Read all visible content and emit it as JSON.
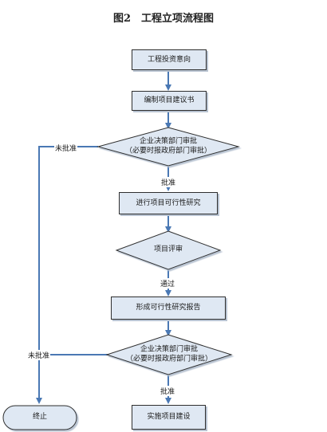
{
  "title": "图2　工程立项流程图",
  "nodes": {
    "step1": "工程投资意向",
    "step2": "编制项目建议书",
    "decision1": {
      "line1": "企业决策部门审批",
      "line2": "（必要时报政府部门审批）"
    },
    "step3": "进行项目可行性研究",
    "decision2": "项目评审",
    "step4": "形成可行性研究报告",
    "decision3": {
      "line1": "企业决策部门审批",
      "line2": "（必要时报政府部门审批）"
    },
    "step5": "实施项目建设",
    "end": "终止"
  },
  "edge_labels": {
    "approved1": "批准",
    "passed": "通过",
    "approved2": "批准",
    "not_approved1": "未批准",
    "not_approved2": "未批准"
  },
  "colors": {
    "fill": "#dfe8f3",
    "stroke": "#2f2f2f",
    "arrow": "#4a78b4"
  }
}
